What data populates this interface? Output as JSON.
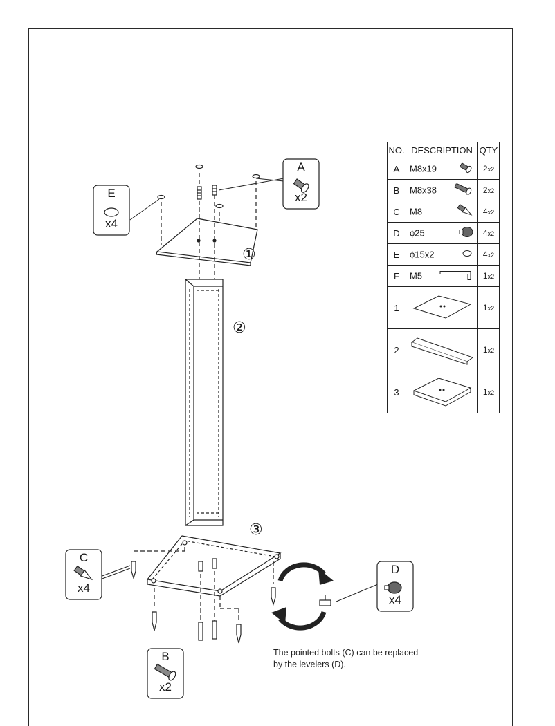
{
  "table": {
    "headers": [
      "NO.",
      "DESCRIPTION",
      "QTY"
    ],
    "rows": [
      {
        "no": "A",
        "desc": "M8x19",
        "qty_n": "2",
        "qty_x": "x2",
        "icon": "short-bolt-icon"
      },
      {
        "no": "B",
        "desc": "M8x38",
        "qty_n": "2",
        "qty_x": "x2",
        "icon": "long-bolt-icon"
      },
      {
        "no": "C",
        "desc": "M8",
        "qty_n": "4",
        "qty_x": "x2",
        "icon": "spike-bolt-icon"
      },
      {
        "no": "D",
        "desc": "ϕ25",
        "qty_n": "4",
        "qty_x": "x2",
        "icon": "leveler-icon"
      },
      {
        "no": "E",
        "desc": "ϕ15x2",
        "qty_n": "4",
        "qty_x": "x2",
        "icon": "pad-icon"
      },
      {
        "no": "F",
        "desc": "M5",
        "qty_n": "1",
        "qty_x": "x2",
        "icon": "allen-key-icon"
      },
      {
        "no": "1",
        "desc": "",
        "qty_n": "1",
        "qty_x": "x2",
        "icon": "top-plate-icon"
      },
      {
        "no": "2",
        "desc": "",
        "qty_n": "1",
        "qty_x": "x2",
        "icon": "column-icon"
      },
      {
        "no": "3",
        "desc": "",
        "qty_n": "1",
        "qty_x": "x2",
        "icon": "base-plate-icon"
      }
    ]
  },
  "callouts": {
    "a": {
      "letter": "A",
      "qty": "x2"
    },
    "b": {
      "letter": "B",
      "qty": "x2"
    },
    "c": {
      "letter": "C",
      "qty": "x4"
    },
    "d": {
      "letter": "D",
      "qty": "x4"
    },
    "e": {
      "letter": "E",
      "qty": "x4"
    }
  },
  "part_numbers": {
    "one": "①",
    "two": "②",
    "three": "③"
  },
  "note": {
    "line1": "The pointed bolts (C) can be replaced",
    "line2": "by the levelers (D)."
  }
}
